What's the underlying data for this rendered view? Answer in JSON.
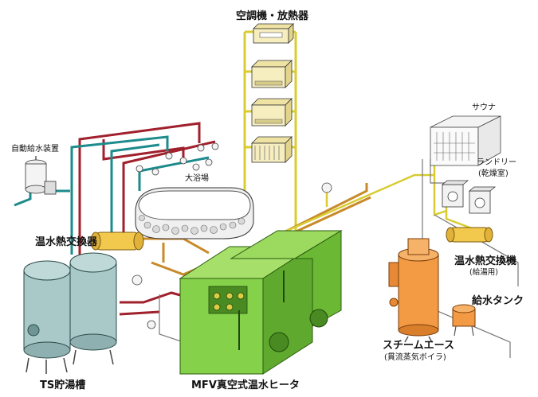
{
  "labels": {
    "ac_units": "空調機・放熱器",
    "auto_water_supply": "自動給水装置",
    "large_bath": "大浴場",
    "sauna": "サウナ",
    "laundry": "ランドリー",
    "laundry_sub": "(乾燥室)",
    "hot_water_hex_left": "温水熱交換器",
    "hot_water_hex_right": "温水熱交換機",
    "hot_water_hex_right_sub": "(給湯用)",
    "feed_tank": "給水タンク",
    "steam_ace": "スチームエース",
    "steam_ace_sub": "(貫流蒸気ボイラ)",
    "ts_tank": "TS貯湯槽",
    "mfv_heater": "MFV真空式温水ヒータ"
  },
  "colors": {
    "pipe_supply": "#a0202c",
    "pipe_return": "#1d8b8c",
    "pipe_yellow": "#d8cc32",
    "pipe_orange": "#c88a2a",
    "heater_green": "#86d14a",
    "heater_green_dark": "#5faa2e",
    "tank_blue": "#a9c8c8",
    "boiler_orange": "#f39a45",
    "hex_yellow": "#f2c94c",
    "panel_cream": "#f7eec0"
  }
}
